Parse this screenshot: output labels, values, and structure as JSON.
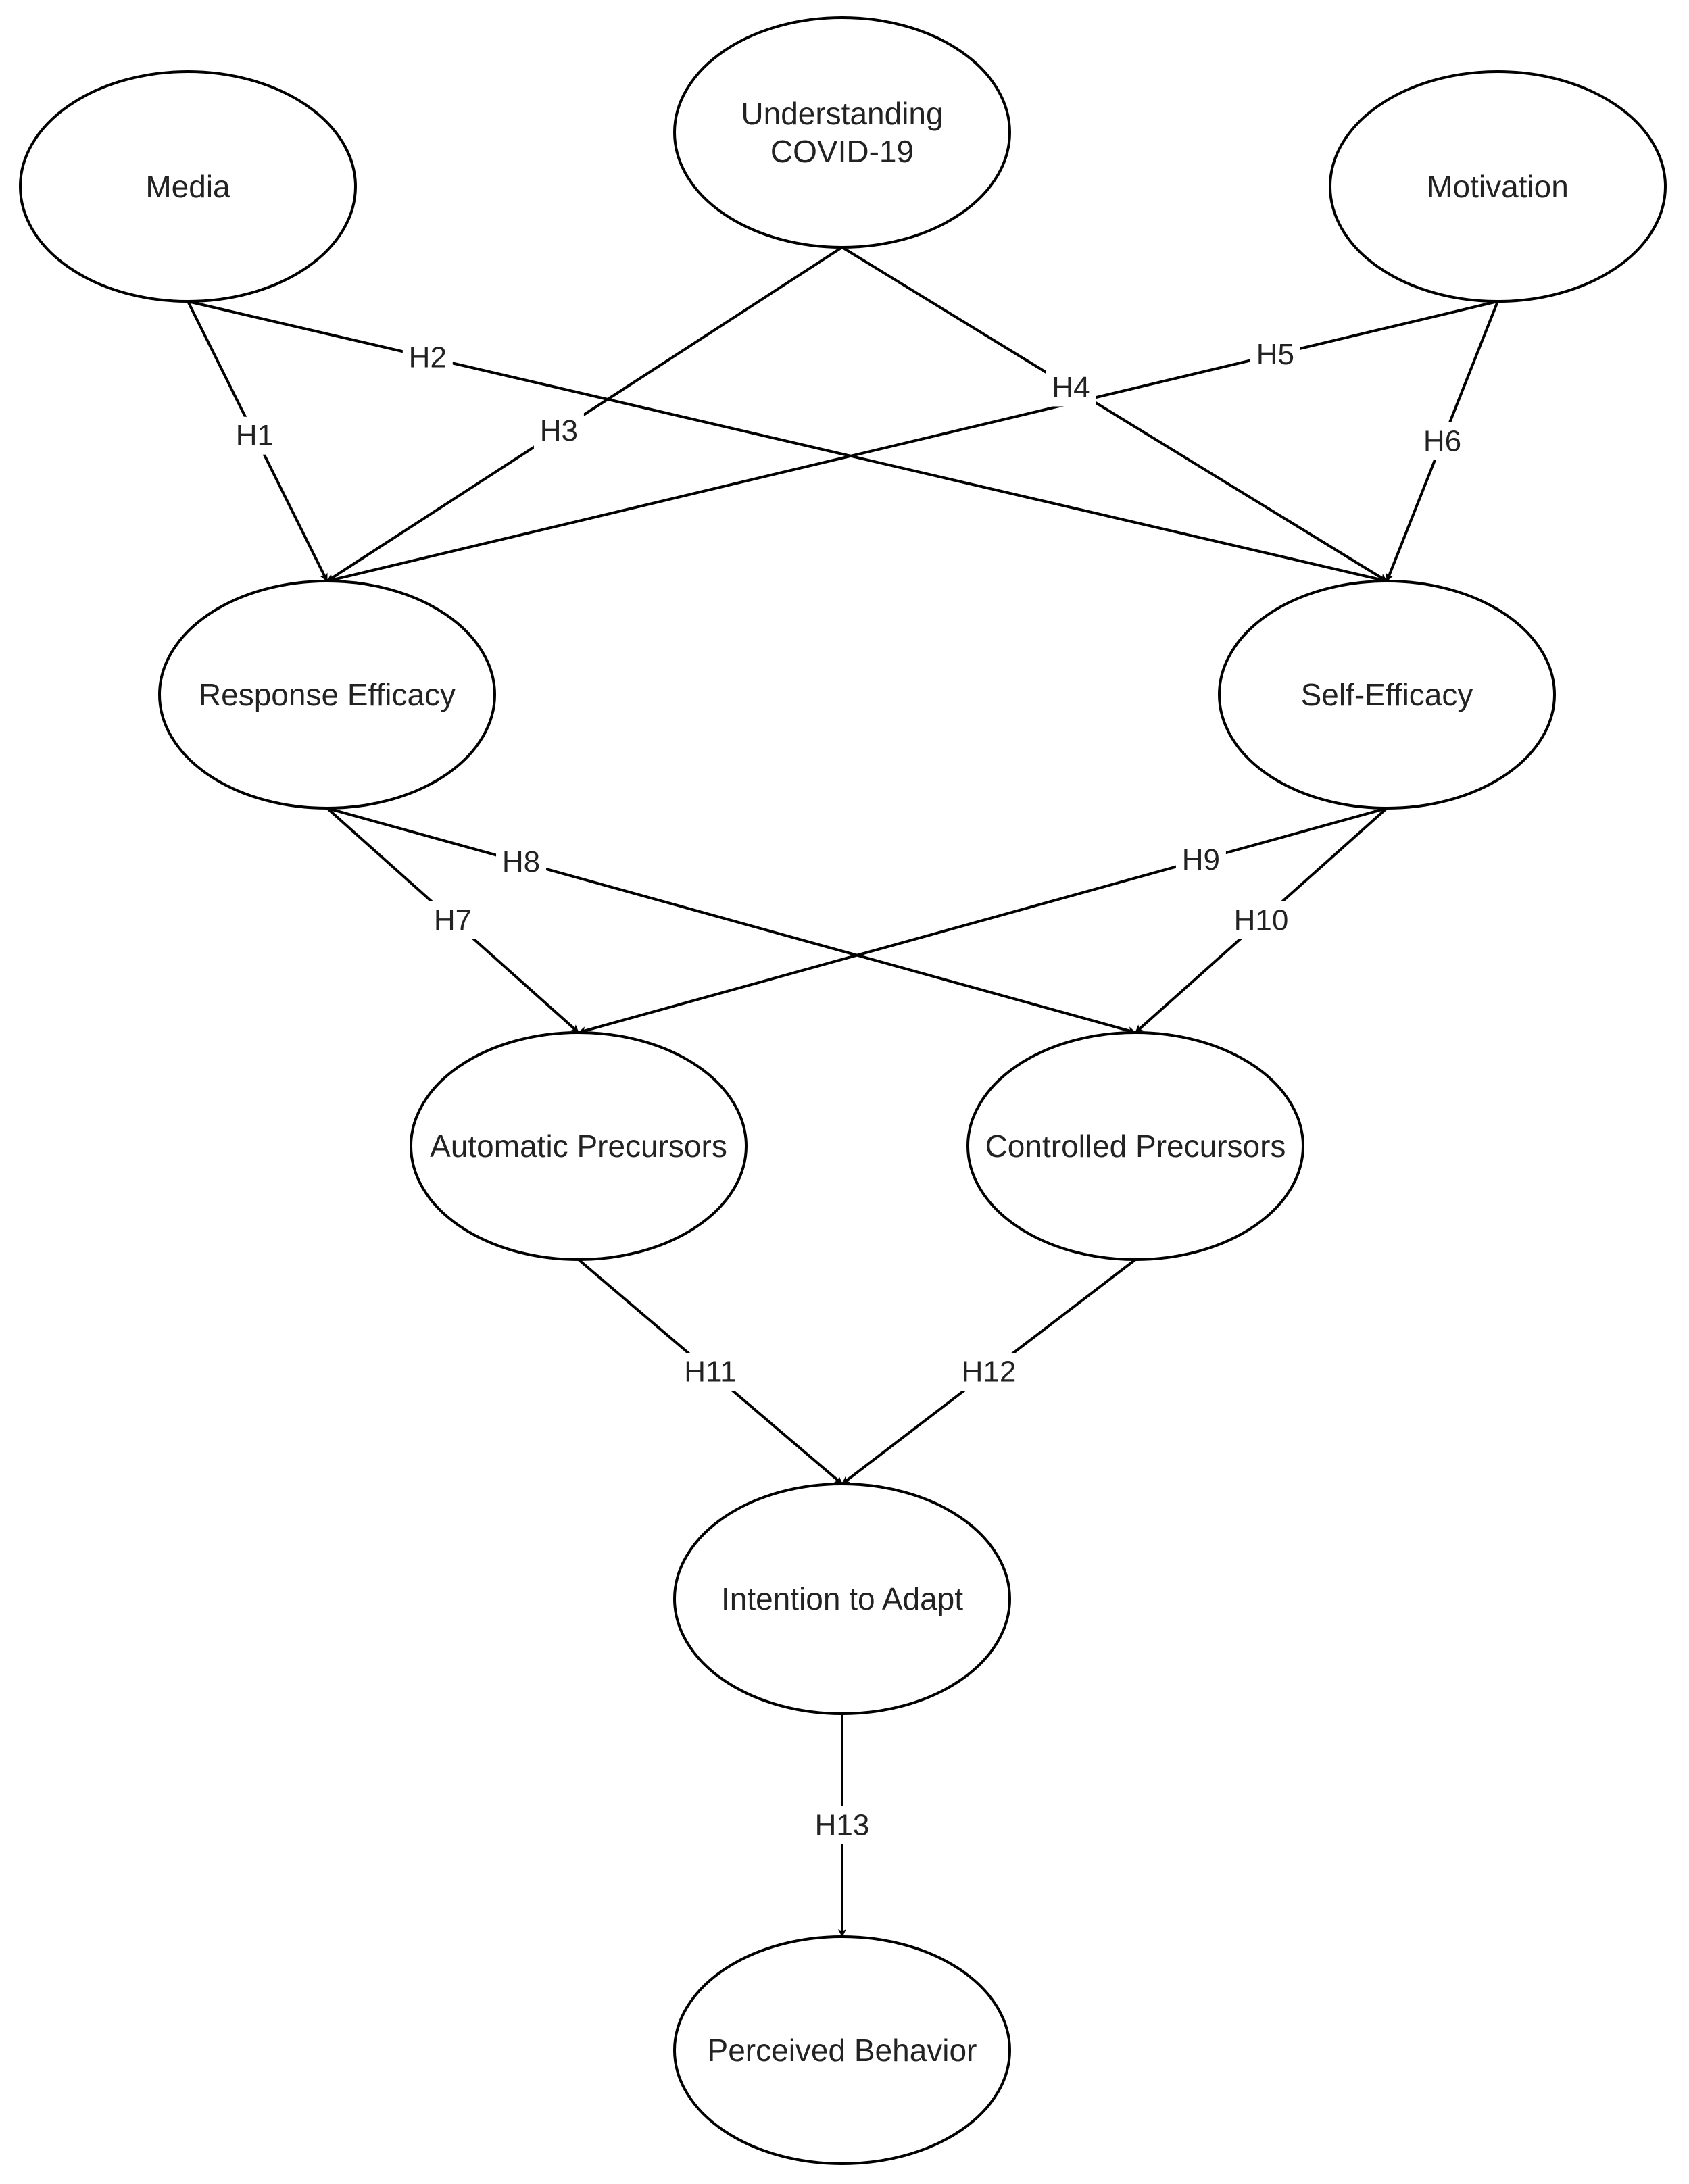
{
  "diagram": {
    "nodes": [
      {
        "id": "media",
        "label": [
          "Media"
        ]
      },
      {
        "id": "understanding",
        "label": [
          "Understanding",
          "COVID-19"
        ]
      },
      {
        "id": "motivation",
        "label": [
          "Motivation"
        ]
      },
      {
        "id": "response_efficacy",
        "label": [
          "Response Efficacy"
        ]
      },
      {
        "id": "self_efficacy",
        "label": [
          "Self-Efficacy"
        ]
      },
      {
        "id": "automatic_precursors",
        "label": [
          "Automatic Precursors"
        ]
      },
      {
        "id": "controlled_precursors",
        "label": [
          "Controlled Precursors"
        ]
      },
      {
        "id": "intention",
        "label": [
          "Intention to Adapt"
        ]
      },
      {
        "id": "perceived_behavior",
        "label": [
          "Perceived Behavior"
        ]
      }
    ],
    "edges": [
      {
        "id": "h1",
        "label": "H1",
        "from": "media",
        "to": "response_efficacy"
      },
      {
        "id": "h2",
        "label": "H2",
        "from": "media",
        "to": "self_efficacy"
      },
      {
        "id": "h3",
        "label": "H3",
        "from": "understanding",
        "to": "response_efficacy"
      },
      {
        "id": "h4",
        "label": "H4",
        "from": "understanding",
        "to": "self_efficacy"
      },
      {
        "id": "h5",
        "label": "H5",
        "from": "motivation",
        "to": "response_efficacy"
      },
      {
        "id": "h6",
        "label": "H6",
        "from": "motivation",
        "to": "self_efficacy"
      },
      {
        "id": "h7",
        "label": "H7",
        "from": "response_efficacy",
        "to": "automatic_precursors"
      },
      {
        "id": "h8",
        "label": "H8",
        "from": "response_efficacy",
        "to": "controlled_precursors"
      },
      {
        "id": "h9",
        "label": "H9",
        "from": "self_efficacy",
        "to": "automatic_precursors"
      },
      {
        "id": "h10",
        "label": "H10",
        "from": "self_efficacy",
        "to": "controlled_precursors"
      },
      {
        "id": "h11",
        "label": "H11",
        "from": "automatic_precursors",
        "to": "intention"
      },
      {
        "id": "h12",
        "label": "H12",
        "from": "controlled_precursors",
        "to": "intention"
      },
      {
        "id": "h13",
        "label": "H13",
        "from": "intention",
        "to": "perceived_behavior"
      }
    ]
  }
}
